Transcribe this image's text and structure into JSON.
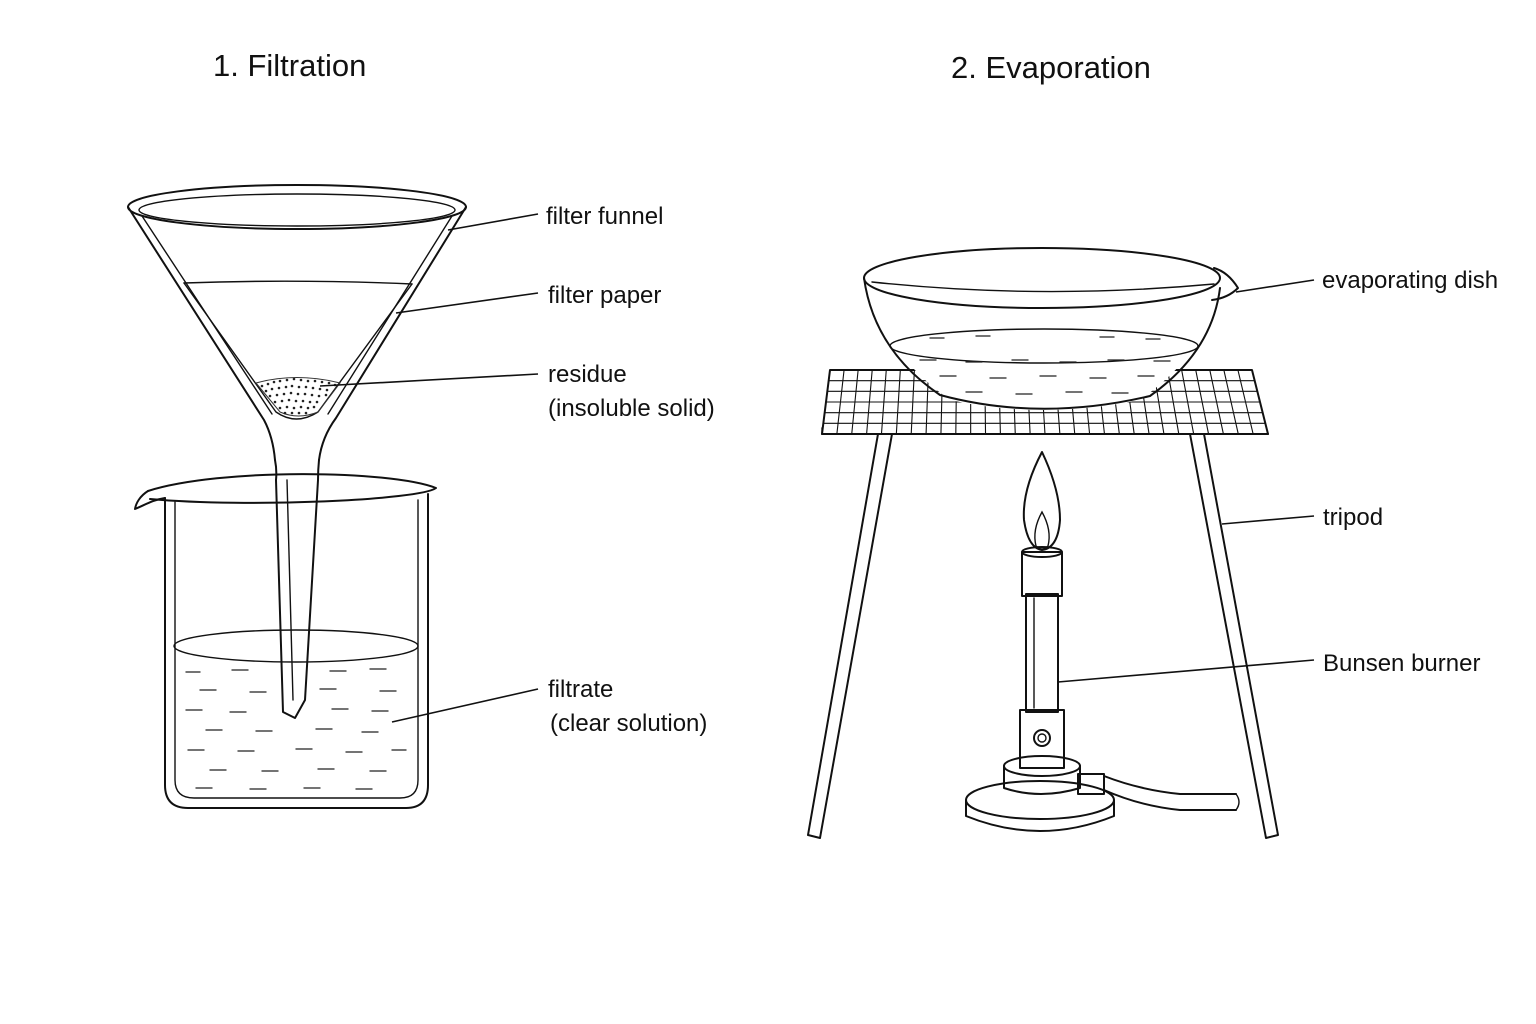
{
  "filtration": {
    "title": "1. Filtration",
    "labels": {
      "funnel": "filter funnel",
      "paper": "filter paper",
      "residue_1": "residue",
      "residue_2": "(insoluble solid)",
      "filtrate_1": "filtrate",
      "filtrate_2": "(clear solution)"
    }
  },
  "evaporation": {
    "title": "2. Evaporation",
    "labels": {
      "dish": "evaporating dish",
      "tripod": "tripod",
      "burner": "Bunsen burner"
    }
  }
}
